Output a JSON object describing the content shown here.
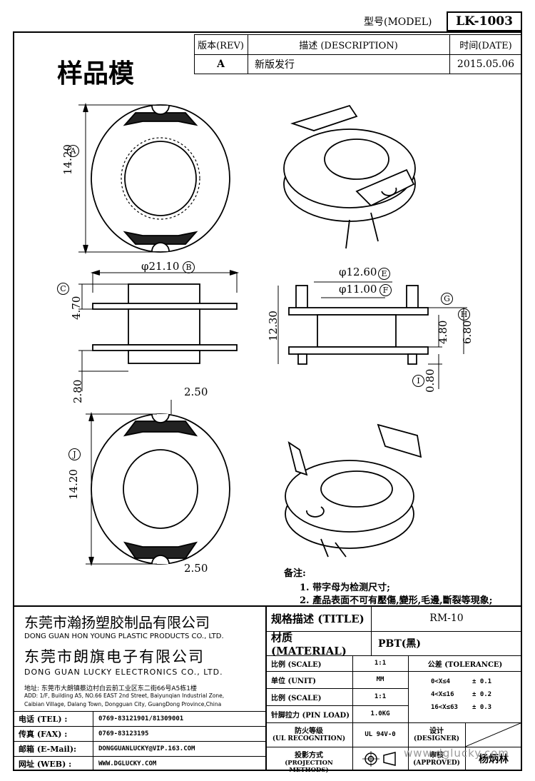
{
  "header": {
    "model_label": "型号(MODEL)",
    "model_value": "LK-1003",
    "rev_header": "版本(REV)",
    "desc_header": "描述 (DESCRIPTION)",
    "date_header": "时间(DATE)",
    "rev_value": "A",
    "desc_value": "新版发行",
    "date_value": "2015.05.06"
  },
  "stamp": "样品模",
  "dimensions": {
    "top_view_height": "14.20",
    "top_view_marker": "A",
    "front_width": "φ21.10",
    "front_width_marker": "B",
    "front_flange": "4.70",
    "front_flange_marker": "C",
    "front_bottom": "2.80",
    "side_outer": "φ12.60",
    "side_outer_marker": "E",
    "side_inner": "φ11.00",
    "side_inner_marker": "F",
    "side_height": "12.30",
    "side_mid": "4.80",
    "side_mid_marker": "G",
    "side_total": "6.80",
    "side_total_marker": "H",
    "side_base": "0.80",
    "side_base_marker": "I",
    "bottom_slot_top": "2.50",
    "bottom_view_height": "14.20",
    "bottom_view_marker": "J",
    "bottom_slot_bottom": "2.50"
  },
  "notes": {
    "title": "备注:",
    "items": [
      "1. 带字母为检测尺寸;",
      "2. 產品表面不可有壓傷,變形,毛邊,斷裂等現象;"
    ]
  },
  "company": {
    "cn1": "东莞市瀚扬塑胶制品有限公司",
    "en1": "DONG GUAN HON YOUNG PLASTIC PRODUCTS CO., LTD.",
    "cn2": "东莞市朗旗电子有限公司",
    "en2": "DONG GUAN LUCKY ELECTRONICS CO., LTD.",
    "address_cn": "地址: 东莞市大朗镇蔡边村白云前工业区东二街66号A5栋1楼",
    "address_en1": "ADD: 1/F, Building A5, NO.66 EAST 2nd Street, Baiyunqian Industrial Zone,",
    "address_en2": "Caibian Village, Dalang Town, Dongguan City, GuangDong Province,China"
  },
  "contact": [
    {
      "label": "电话 (TEL) :",
      "value": "0769-83121901/81309001"
    },
    {
      "label": "传真 (FAX) :",
      "value": "0769-83123195"
    },
    {
      "label": "邮箱 (E-Mail):",
      "value": "DONGGUANLUCKY@VIP.163.COM"
    },
    {
      "label": "网址 (WEB) :",
      "value": "WWW.DGLUCKY.COM"
    }
  ],
  "title_block": {
    "title_label": "规格描述 (TITLE)",
    "title_value": "RM-10",
    "material_label": "材质 (MATERIAL)",
    "material_value": "PBT(黑)",
    "scale_label": "比例 (SCALE)",
    "scale_value": "1:1",
    "unit_label": "单位 (UNIT)",
    "unit_value": "MM",
    "scale2_label": "比例 (SCALE)",
    "scale2_value": "1:1",
    "pin_label": "针脚拉力 (PIN LOAD)",
    "pin_value": "1.0KG",
    "fire_label1": "防火等级",
    "fire_label2": "(UL RECOGNITION)",
    "fire_value": "UL 94V-0",
    "proj_label1": "投影方式",
    "proj_label2": "(PROJECTION METHODS)",
    "tol_header": "公差 (TOLERANCE)",
    "tol_rows": [
      {
        "range": "0<X≤4",
        "value": "± 0.1"
      },
      {
        "range": "4<X≤16",
        "value": "± 0.2"
      },
      {
        "range": "16<X≤63",
        "value": "± 0.3"
      }
    ],
    "design_label1": "设计",
    "design_label2": "(DESIGNER)",
    "approve_label1": "审核",
    "approve_label2": "(APPROVED)",
    "approver": "杨炳林"
  },
  "watermark": "www.dglucky.com"
}
